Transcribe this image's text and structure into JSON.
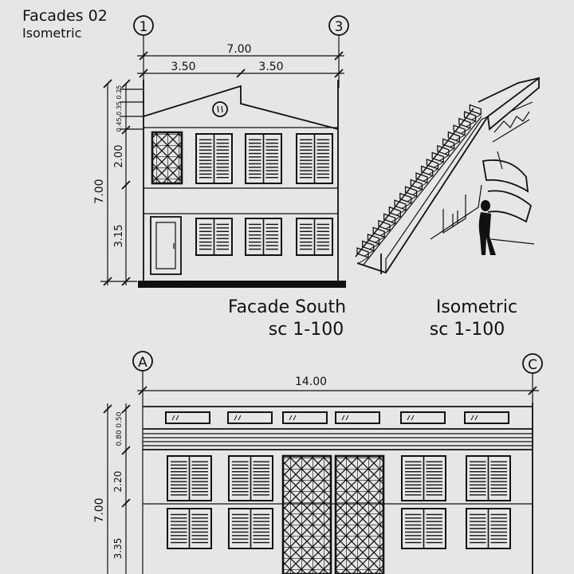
{
  "header": {
    "title": "Facades 02",
    "subtitle": "Isometric"
  },
  "grid_markers": {
    "top_left": "1",
    "top_right": "3",
    "bottom_left": "A",
    "bottom_right": "C"
  },
  "south_facade": {
    "overall_width": "7.00",
    "bay_left": "3.50",
    "bay_right": "3.50",
    "height_total": "7.00",
    "height_upper": "2.00",
    "height_lower": "3.15",
    "height_parapet": "0.45 0.35 0.25",
    "label": "Facade South",
    "scale": "sc 1-100"
  },
  "isometric": {
    "label": "Isometric",
    "scale": "sc 1-100"
  },
  "long_facade": {
    "overall_width": "14.00",
    "height_total": "7.00",
    "height_upper": "2.20",
    "height_lower": "3.35",
    "height_band": "0.80 0.50"
  }
}
